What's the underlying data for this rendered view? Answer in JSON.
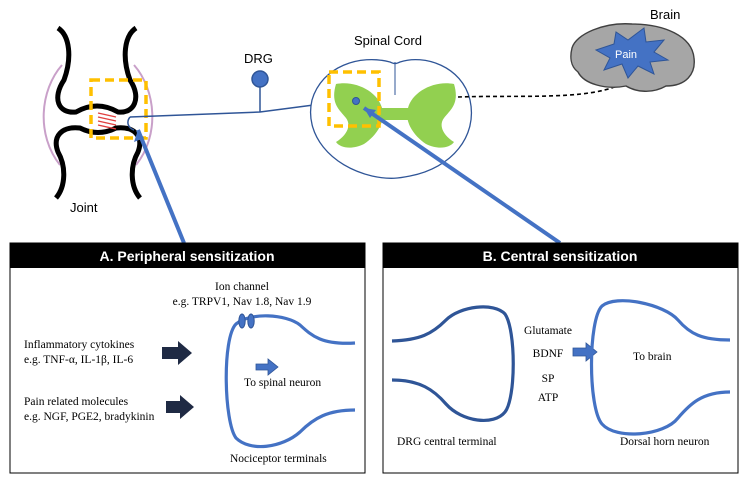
{
  "labels": {
    "joint": "Joint",
    "drg": "DRG",
    "spinal_cord": "Spinal Cord",
    "brain": "Brain",
    "pain": "Pain"
  },
  "panel_a": {
    "title": "A. Peripheral sensitization",
    "ion_channel": "Ion channel",
    "ion_channel_examples": "e.g. TRPV1, Nav 1.8, Nav 1.9",
    "cytokines": "Inflammatory cytokines",
    "cytokines_examples": "e.g. TNF-α, IL-1β, IL-6",
    "pain_molecules": "Pain related molecules",
    "pain_molecules_examples": "e.g. NGF, PGE2, bradykinin",
    "to_spinal_neuron": "To spinal neuron",
    "nociceptor_terminals": "Nociceptor terminals"
  },
  "panel_b": {
    "title": "B. Central sensitization",
    "transmitters": [
      "Glutamate",
      "BDNF",
      "SP",
      "ATP"
    ],
    "to_brain": "To brain",
    "drg_central_terminal": "DRG central terminal",
    "dorsal_horn_neuron": "Dorsal horn neuron"
  },
  "colors": {
    "neuron_blue": "#4472C4",
    "dark_neuron_blue": "#2F5597",
    "gray_matter_green": "#92D050",
    "highlight_orange": "#FFC000",
    "brain_gray": "#A6A6A6",
    "pain_star_blue": "#4472C4",
    "panel_header": "#000000"
  }
}
